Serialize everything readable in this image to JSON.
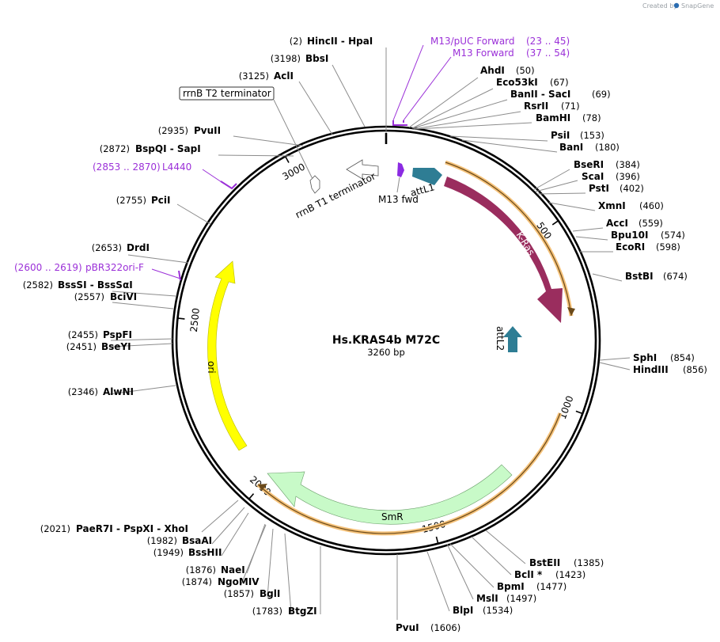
{
  "credit": {
    "prefix": "Created by",
    "brand": "SnapGene"
  },
  "map": {
    "name": "Hs.KRAS4b M72C",
    "size_label": "3260 bp",
    "length_bp": 3260,
    "ticks": [
      {
        "bp": 500,
        "label": "500"
      },
      {
        "bp": 1000,
        "label": "1000"
      },
      {
        "bp": 1500,
        "label": "1500"
      },
      {
        "bp": 2000,
        "label": "2000"
      },
      {
        "bp": 2500,
        "label": "2500"
      },
      {
        "bp": 3000,
        "label": "3000"
      }
    ]
  },
  "features": [
    {
      "id": "kras",
      "label": "K-Ras",
      "color": "#9a2d5e",
      "orf": true
    },
    {
      "id": "smr",
      "label": "SmR",
      "color": "#c8fac8",
      "orf": true
    },
    {
      "id": "ori",
      "label": "ori",
      "color": "#ffff00",
      "orf": false
    },
    {
      "id": "attl1",
      "label": "attL1",
      "color": "#2e7d94"
    },
    {
      "id": "attl2",
      "label": "attL2",
      "color": "#2e7d94"
    },
    {
      "id": "m13fwd",
      "label": "M13 fwd",
      "color": "#8b2be2"
    },
    {
      "id": "rrnb-t1",
      "label": "rrnB T1 terminator",
      "color": "#ffffff"
    },
    {
      "id": "rrnb-t2",
      "label": "rrnB T2 terminator",
      "color": "#ffffff"
    }
  ],
  "primers": [
    {
      "name": "M13/pUC Forward",
      "range": "(23 .. 45)"
    },
    {
      "name": "M13 Forward",
      "range": "(37 .. 54)"
    },
    {
      "name": "L4440",
      "range": "(2853 .. 2870)"
    },
    {
      "name": "pBR322ori-F",
      "range": "(2600 .. 2619)"
    }
  ],
  "enzymes_right": [
    {
      "name": "AhdI",
      "pos": "(50)"
    },
    {
      "name": "Eco53kI",
      "pos": "(67)"
    },
    {
      "name": "BanII  -  SacI",
      "pos": "(69)"
    },
    {
      "name": "RsrII",
      "pos": "(71)"
    },
    {
      "name": "BamHI",
      "pos": "(78)"
    },
    {
      "name": "PsiI",
      "pos": "(153)"
    },
    {
      "name": "BanI",
      "pos": "(180)"
    },
    {
      "name": "BseRI",
      "pos": "(384)"
    },
    {
      "name": "ScaI",
      "pos": "(396)"
    },
    {
      "name": "PstI",
      "pos": "(402)"
    },
    {
      "name": "XmnI",
      "pos": "(460)"
    },
    {
      "name": "AccI",
      "pos": "(559)"
    },
    {
      "name": "Bpu10I",
      "pos": "(574)"
    },
    {
      "name": "EcoRI",
      "pos": "(598)"
    },
    {
      "name": "BstBI",
      "pos": "(674)"
    },
    {
      "name": "SphI",
      "pos": "(854)"
    },
    {
      "name": "HindIII",
      "pos": "(856)"
    },
    {
      "name": "BstEII",
      "pos": "(1385)"
    },
    {
      "name": "BclI *",
      "pos": "(1423)"
    },
    {
      "name": "BpmI",
      "pos": "(1477)"
    },
    {
      "name": "MslI",
      "pos": "(1497)"
    },
    {
      "name": "BlpI",
      "pos": "(1534)"
    },
    {
      "name": "PvuI",
      "pos": "(1606)"
    }
  ],
  "enzymes_left": [
    {
      "name": "HincII  -  HpaI",
      "pos": "(2)"
    },
    {
      "name": "BbsI",
      "pos": "(3198)"
    },
    {
      "name": "AclI",
      "pos": "(3125)"
    },
    {
      "name": "PvuII",
      "pos": "(2935)"
    },
    {
      "name": "BspQI  -  SapI",
      "pos": "(2872)"
    },
    {
      "name": "PciI",
      "pos": "(2755)"
    },
    {
      "name": "DrdI",
      "pos": "(2653)"
    },
    {
      "name": "BssSI  -  BssSαI",
      "pos": "(2582)"
    },
    {
      "name": "BciVI",
      "pos": "(2557)"
    },
    {
      "name": "PspFI",
      "pos": "(2455)"
    },
    {
      "name": "BseYI",
      "pos": "(2451)"
    },
    {
      "name": "AlwNI",
      "pos": "(2346)"
    },
    {
      "name": "PaeR7I  -  PspXI  -  XhoI",
      "pos": "(2021)"
    },
    {
      "name": "BsaAI",
      "pos": "(1982)"
    },
    {
      "name": "BssHII",
      "pos": "(1949)"
    },
    {
      "name": "NaeI",
      "pos": "(1876)"
    },
    {
      "name": "NgoMIV",
      "pos": "(1874)"
    },
    {
      "name": "BglI",
      "pos": "(1857)"
    },
    {
      "name": "BtgZI",
      "pos": "(1783)"
    }
  ]
}
